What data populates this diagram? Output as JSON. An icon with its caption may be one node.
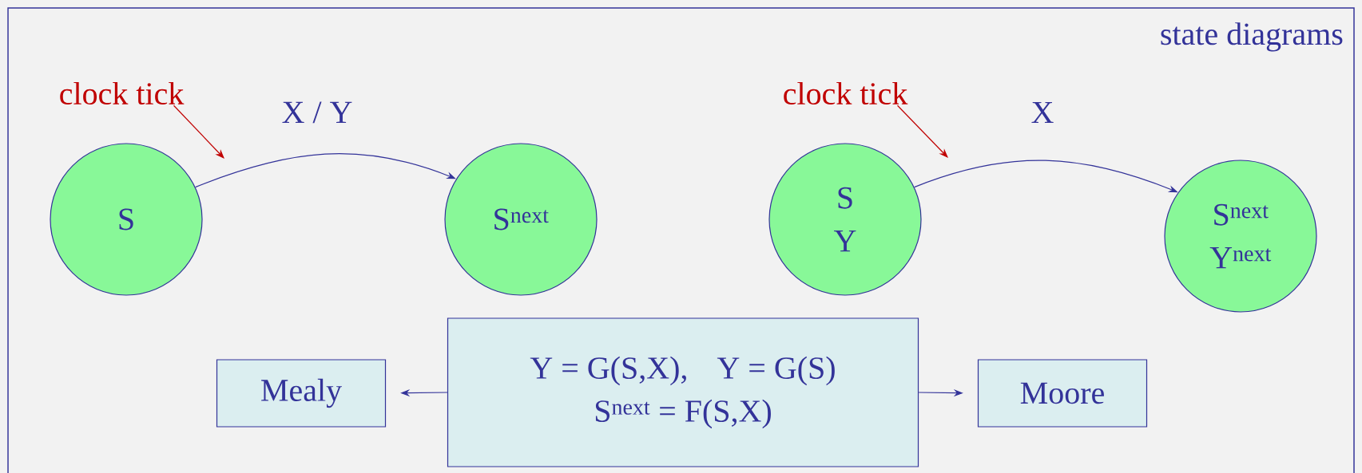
{
  "diagram": {
    "title": "state diagrams",
    "nodes": [
      {
        "text": [
          "S"
        ]
      },
      {
        "text": [
          "S$^{next}$"
        ]
      },
      {
        "text": [
          "S",
          "Y"
        ]
      },
      {
        "text": [
          "S$^{next}$",
          "Y$^{next}$"
        ]
      },
      {
        "text": [
          "Mealy"
        ]
      },
      {
        "text": [
          "Y = G(S,X),",
          "Y = G(S)",
          "S$^{next}$ = F(S,X)"
        ]
      },
      {
        "text": [
          "Moore"
        ]
      },
      {
        "text": [
          "clock tick"
        ]
      },
      {
        "text": [
          "clock tick"
        ]
      }
    ],
    "edges": [
      {
        "from": 0,
        "to": 1,
        "arrow": "to",
        "label": "X / Y"
      },
      {
        "from": 2,
        "to": 3,
        "arrow": "to",
        "label": "X"
      },
      {
        "from": 7,
        "to": null,
        "arrow": "to",
        "color": "#c00000"
      },
      {
        "from": 8,
        "to": null,
        "arrow": "to",
        "color": "#c00000"
      },
      {
        "from": 5,
        "to": 4,
        "arrow": "to"
      },
      {
        "from": 5,
        "to": 6,
        "arrow": "to"
      }
    ]
  }
}
